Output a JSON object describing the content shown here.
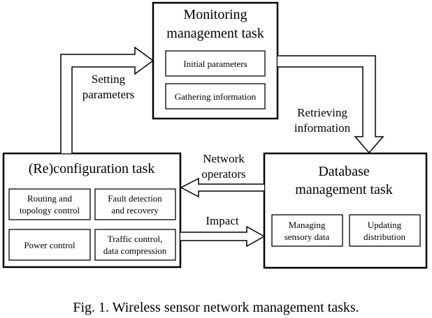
{
  "monitoring": {
    "title_line1": "Monitoring",
    "title_line2": "management task",
    "box1": "Initial parameters",
    "box2": "Gathering information"
  },
  "reconfig": {
    "title": "(Re)configuration task",
    "box1_line1": "Routing and",
    "box1_line2": "topology control",
    "box2_line1": "Fault detection",
    "box2_line2": "and recovery",
    "box3": "Power control",
    "box4_line1": "Traffic control,",
    "box4_line2": "data compression"
  },
  "database": {
    "title_line1": "Database",
    "title_line2": "management task",
    "box1_line1": "Managing",
    "box1_line2": "sensory data",
    "box2_line1": "Updating",
    "box2_line2": "distribution"
  },
  "arrows": {
    "setting_line1": "Setting",
    "setting_line2": "parameters",
    "retrieving_line1": "Retrieving",
    "retrieving_line2": "information",
    "network_line1": "Network",
    "network_line2": "operators",
    "impact": "Impact"
  },
  "caption": "Fig. 1. Wireless sensor network management tasks."
}
